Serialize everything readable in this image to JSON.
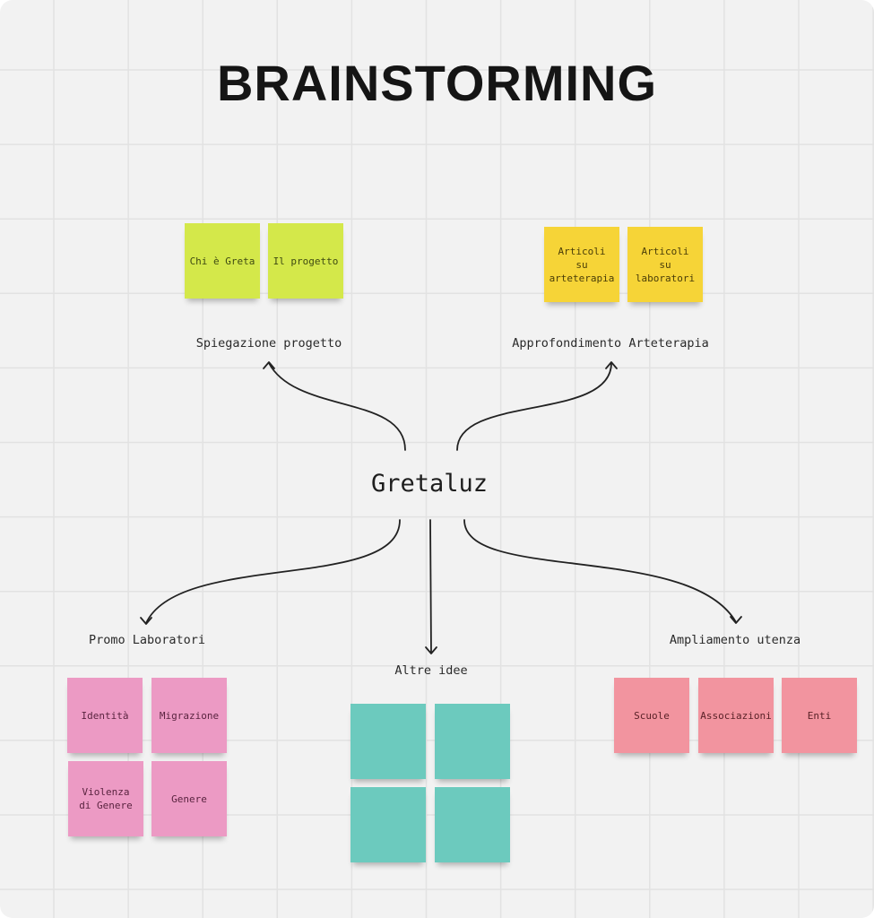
{
  "title": "BRAINSTORMING",
  "colors": {
    "background": "#f2f2f2",
    "grid_line": "#e2e2e2",
    "lime": "#d4e84a",
    "yellow": "#f6d437",
    "pink": "#ec9ac4",
    "teal": "#6ccabe",
    "salmon": "#f2949f",
    "arrow": "#222222"
  },
  "center_node": "Gretaluz",
  "branches": {
    "spiegazione": {
      "label": "Spiegazione progetto",
      "notes": [
        "Chi è Greta",
        "Il progetto"
      ]
    },
    "arteterapia": {
      "label": "Approfondimento Arteterapia",
      "notes": [
        "Articoli\nsu\narteterapia",
        "Articoli\nsu\nlaboratori"
      ]
    },
    "promo": {
      "label": "Promo Laboratori",
      "notes": [
        "Identità",
        "Migrazione",
        "Violenza\ndi Genere",
        "Genere"
      ]
    },
    "altre": {
      "label": "Altre idee",
      "notes": [
        "",
        "",
        "",
        ""
      ]
    },
    "ampliamento": {
      "label": "Ampliamento utenza",
      "notes": [
        "Scuole",
        "Associazioni",
        "Enti"
      ]
    }
  }
}
